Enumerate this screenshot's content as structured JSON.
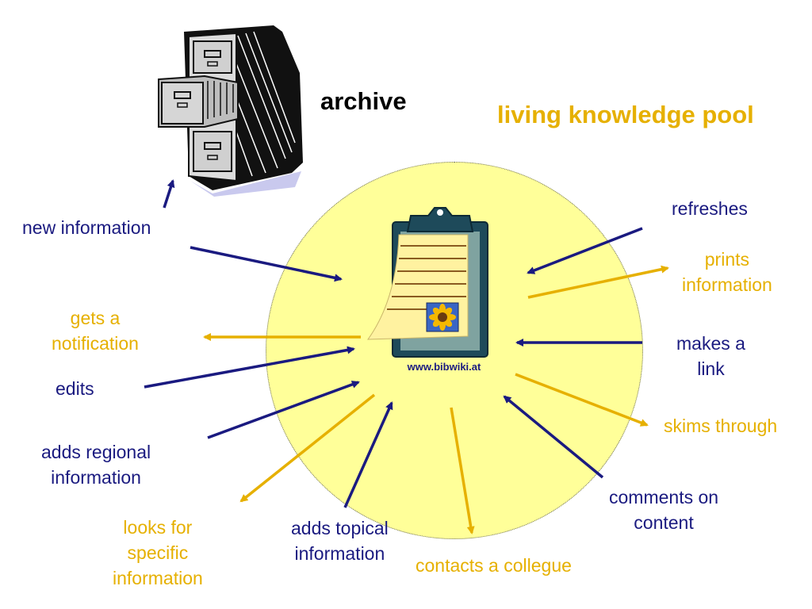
{
  "titles": {
    "archive": "archive",
    "pool": "living knowledge pool"
  },
  "site_url": "www.bibwiki.at",
  "labels": {
    "new_information": "new information",
    "gets_notification": "gets a\nnotification",
    "edits": "edits",
    "adds_regional": "adds regional\ninformation",
    "looks_for": "looks for\nspecific\ninformation",
    "adds_topical": "adds topical\ninformation",
    "contacts_collegue": "contacts a collegue",
    "comments_on": "comments on\ncontent",
    "skims_through": "skims through",
    "makes_link": "makes a\nlink",
    "prints_information": "prints\ninformation",
    "refreshes": "refreshes"
  },
  "colors": {
    "inbound": "#1a1a80",
    "outbound": "#e6b000",
    "pool_fill": "#ffff99",
    "pool_title": "#e6b000"
  },
  "icons": {
    "archive": "filing-cabinet-icon",
    "wiki": "clipboard-icon",
    "sunflower": "sunflower-icon"
  }
}
